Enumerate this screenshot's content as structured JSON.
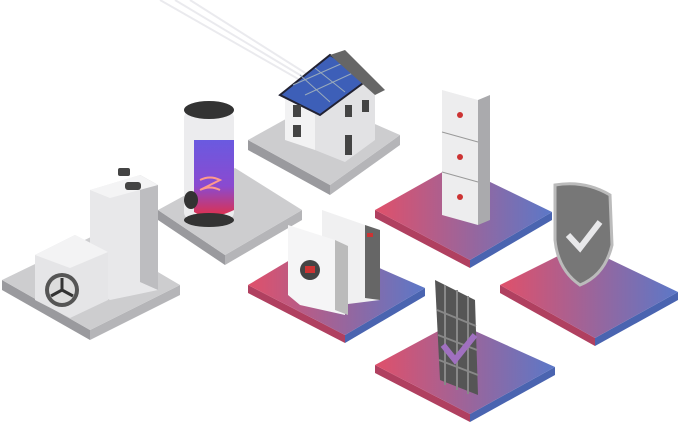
{
  "colors": {
    "accent_red": "#e0506a",
    "accent_blue": "#5b78c8",
    "platform_gray": "#c9c9cb",
    "background": "#ffffff"
  },
  "objects": [
    "heat-pump",
    "water-tank",
    "house-with-solar",
    "battery-stack",
    "inverters",
    "security-shield",
    "solar-module-check"
  ],
  "icons": [
    "check-icon",
    "shield-icon"
  ]
}
